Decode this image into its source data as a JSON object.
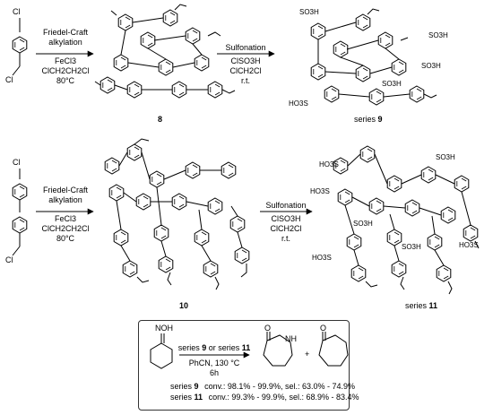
{
  "row1": {
    "arrow1": {
      "line1": "Friedel-Craft",
      "line2": "alkylation",
      "cond1": "FeCl3",
      "cond2": "ClCH2CH2Cl",
      "cond3": "80°C"
    },
    "arrow2": {
      "title": "Sulfonation",
      "cond1": "ClSO3H",
      "cond2": "ClCH2Cl",
      "cond3": "r.t."
    },
    "compound_label": "8",
    "series_prefix": "series",
    "series_num": "9",
    "groups": [
      "SO3H",
      "SO3H",
      "SO3H",
      "SO3H",
      "HO3S"
    ],
    "cl_top": "Cl",
    "cl_bottom": "Cl"
  },
  "row2": {
    "arrow1": {
      "line1": "Friedel-Craft",
      "line2": "alkylation",
      "cond1": "FeCl3",
      "cond2": "ClCH2CH2Cl",
      "cond3": "80°C"
    },
    "arrow2": {
      "title": "Sulfonation",
      "cond1": "ClSO3H",
      "cond2": "ClCH2Cl",
      "cond3": "r.t."
    },
    "compound_label": "10",
    "series_prefix": "series",
    "series_num": "11",
    "groups": [
      "HO3S",
      "SO3H",
      "SO3H",
      "HO3S",
      "HO3S",
      "SO3H",
      "HO3S"
    ],
    "cl_top": "Cl",
    "cl_bottom": "Cl"
  },
  "inset": {
    "reactant": "NOH",
    "nh": "NH",
    "o1": "O",
    "o2": "O",
    "plus": "+",
    "arrow_above_a": "series ",
    "arrow_above_b": "9",
    "arrow_above_c": " or series ",
    "arrow_above_d": "11",
    "cond1": "PhCN, 130 °C",
    "cond2": "6h",
    "results": [
      {
        "series": "series",
        "num": "9",
        "text": "conv.: 98.1% - 99.9%, sel.: 63.0% - 74.9%"
      },
      {
        "series": "series",
        "num": "11",
        "text": "conv.: 99.3% - 99.9%, sel.: 68.9% - 83.4%"
      }
    ]
  }
}
